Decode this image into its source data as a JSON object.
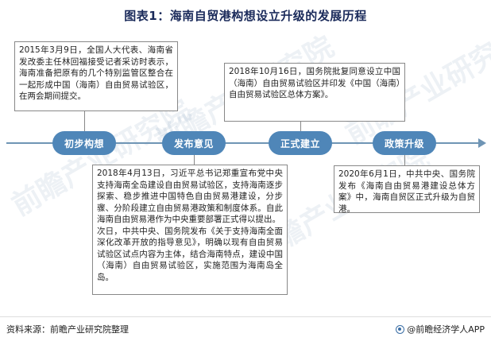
{
  "title": "图表1：海南自贸港构想设立升级的发展历程",
  "timeline": {
    "stages": [
      {
        "label": "初步构想"
      },
      {
        "label": "发布意见"
      },
      {
        "label": "正式建立"
      },
      {
        "label": "政策升级"
      }
    ],
    "line_color": "#6f95b5",
    "stage_color": "#4f86b8"
  },
  "events": [
    {
      "stage": "初步构想",
      "paragraphs": [
        "2015年3月9日，全国人大代表、海南省发改委主任林回福接受记者采访时表示，海南准备把原有的几个特别监管区整合在一起形成中国（海南）自由贸易试验区，在两会期间提交。"
      ]
    },
    {
      "stage": "发布意见",
      "paragraphs": [
        "2018年4月13日，习近平总书记郑重宣布党中央支持海南全岛建设自由贸易试验区，支持海南逐步探索、稳步推进中国特色自由贸易港建设，分步骤、分阶段建立自由贸易港政策和制度体系。自此海南自由贸易港作为中央重要部署正式得以提出。",
        "次日，中共中央、国务院发布《关于支持海南全面深化改革开放的指导意见》，明确以现有自由贸易试验区试点内容为主体，结合海南特点，建设中国（海南）自由贸易试验区，实施范围为海南岛全岛。"
      ]
    },
    {
      "stage": "正式建立",
      "paragraphs": [
        "2018年10月16日，国务院批复同意设立中国（海南）自由贸易试验区并印发《中国（海南）自由贸易试验区总体方案》。"
      ]
    },
    {
      "stage": "政策升级",
      "paragraphs": [
        "2020年6月1日，中共中央、国务院发布《海南自由贸易港建设总体方案》中，海南自贸区正式升级为自贸港。"
      ]
    }
  ],
  "watermark": "前瞻产业研究院",
  "footer": {
    "source": "资料来源：前瞻产业研究院整理",
    "brand": "@前瞻经济学人APP"
  }
}
